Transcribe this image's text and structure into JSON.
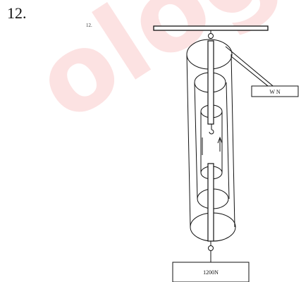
{
  "question": {
    "number": "12.",
    "small_number": "12."
  },
  "watermark": {
    "text": "ologist.c",
    "color": "#e72222"
  },
  "diagram": {
    "labels": {
      "w": "W N",
      "load": "1200N"
    }
  }
}
